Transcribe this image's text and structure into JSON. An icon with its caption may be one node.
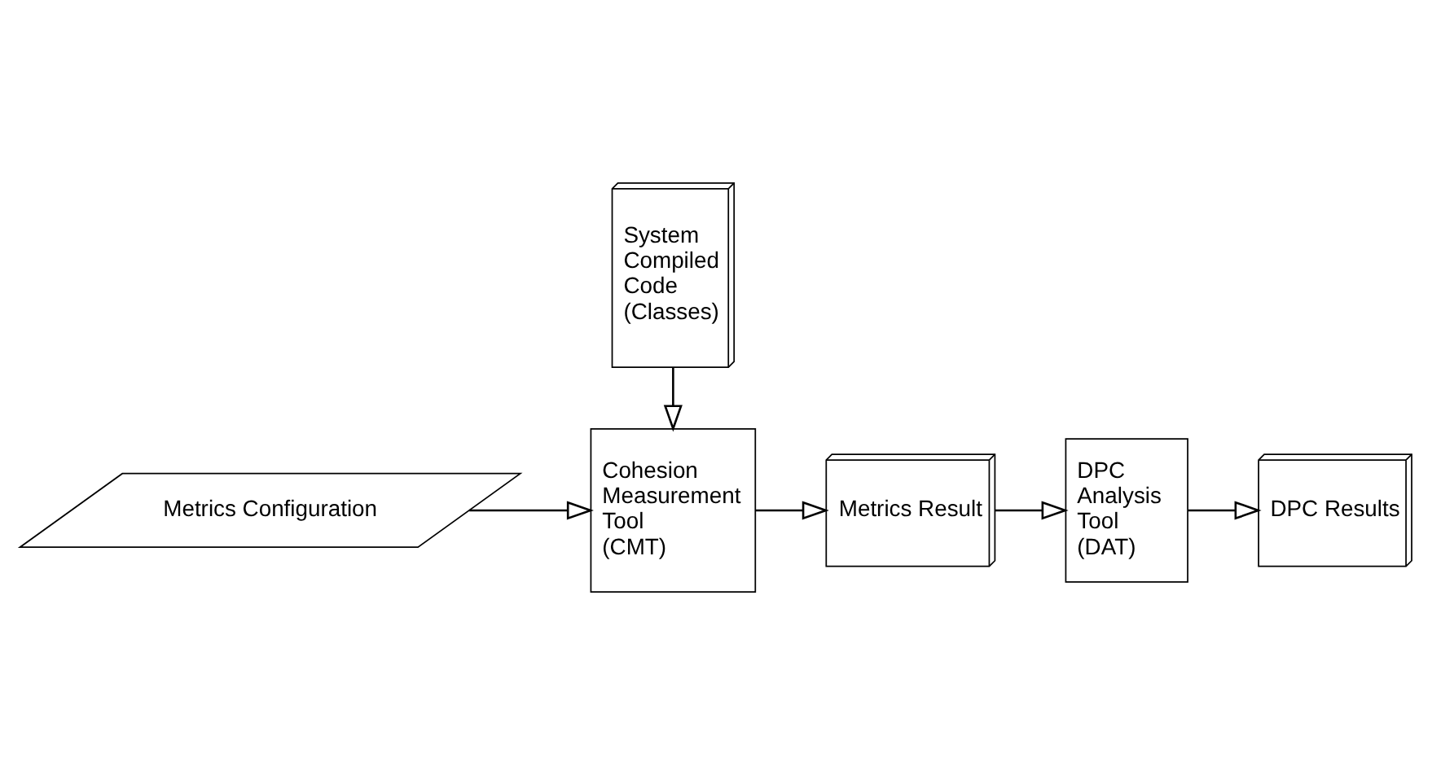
{
  "diagram": {
    "nodes": [
      {
        "text": [
          "System Compiled Code (Classes)"
        ]
      },
      {
        "text": [
          "Metrics Configuration"
        ]
      },
      {
        "text": [
          "Cohesion Measurement Tool (CMT)"
        ]
      },
      {
        "text": [
          "Metrics Result"
        ]
      },
      {
        "text": [
          "DPC Analysis Tool (DAT)"
        ]
      },
      {
        "text": [
          "DPC Results"
        ]
      }
    ],
    "edges": [
      {
        "from": 0,
        "to": 2,
        "arrow": "to"
      },
      {
        "from": 1,
        "to": 2,
        "arrow": "to"
      },
      {
        "from": 2,
        "to": 3,
        "arrow": "to"
      },
      {
        "from": 3,
        "to": 4,
        "arrow": "to"
      },
      {
        "from": 4,
        "to": 5,
        "arrow": "to"
      }
    ]
  }
}
